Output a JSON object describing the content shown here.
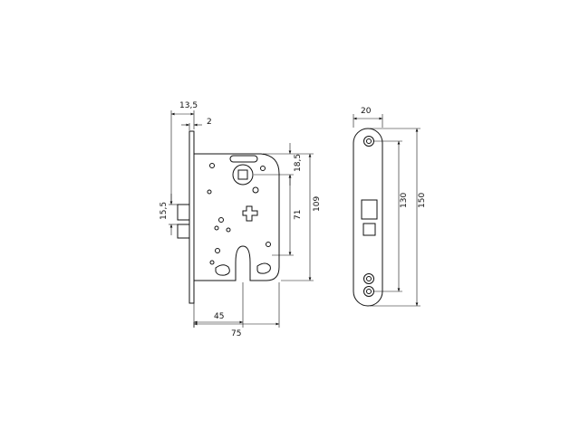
{
  "dimensions": {
    "lock_width_label": "13,5",
    "faceplate_label": "2",
    "latch_height_label": "15,5",
    "backset_label": "45",
    "body_width_label": "75",
    "spindle_offset_label": "18,5",
    "spindle_to_cylinder_label": "71",
    "body_height_label": "109",
    "strike_width_label": "20",
    "strike_hole_spacing_label": "130",
    "strike_length_label": "150"
  },
  "colors": {
    "line": "#111111",
    "background": "#ffffff"
  }
}
